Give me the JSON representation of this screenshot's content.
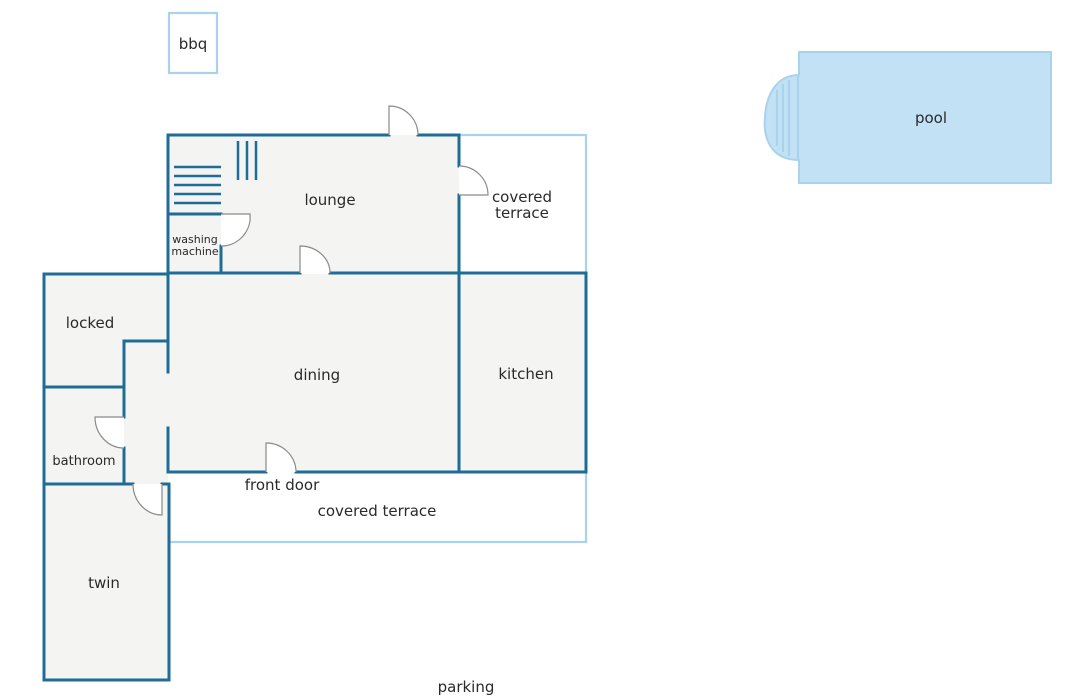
{
  "rooms": {
    "bbq": "bbq",
    "pool": "pool",
    "lounge": "lounge",
    "covered_terrace_top_line1": "covered",
    "covered_terrace_top_line2": "terrace",
    "washing_machine_line1": "washing",
    "washing_machine_line2": "machine",
    "locked": "locked",
    "dining": "dining",
    "kitchen": "kitchen",
    "bathroom": "bathroom",
    "front_door": "front door",
    "covered_terrace_bottom": "covered terrace",
    "twin": "twin",
    "parking": "parking"
  },
  "colors": {
    "wall": "#1f6c96",
    "outline_light": "#a9d3ec",
    "pool_fill": "#c2e1f5",
    "room_fill": "#f4f4f3"
  }
}
